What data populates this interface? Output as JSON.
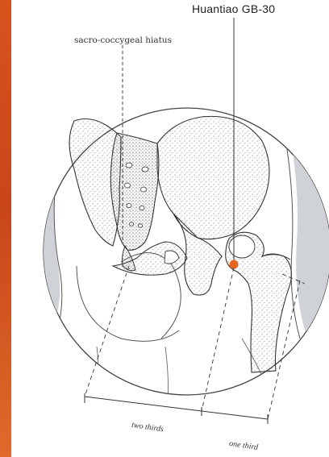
{
  "labels": {
    "point_name": "Huantiao GB-30",
    "sacro_label": "sacro-coccygeal hiatus",
    "two_thirds": "two thirds",
    "one_third": "one third"
  },
  "colors": {
    "edge_strip": "#d9531e",
    "acupoint": "#e8651f",
    "body_shade": "#cfd2d6",
    "line": "#3a3a3a"
  }
}
